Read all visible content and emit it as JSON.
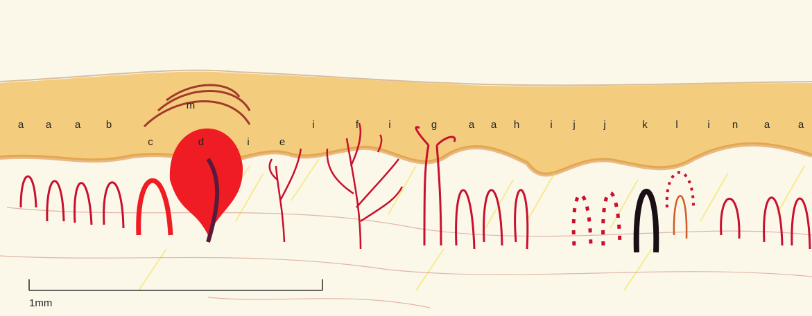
{
  "figure": {
    "labels": [
      "a",
      "a",
      "a",
      "b",
      "c",
      "d",
      "m",
      "i",
      "e",
      "i",
      "f",
      "i",
      "g",
      "a",
      "a",
      "h",
      "i",
      "j",
      "j",
      "k",
      "l",
      "i",
      "n",
      "a",
      "a"
    ],
    "scale_bar_label": "1mm"
  },
  "colors": {
    "background": "#fbf8ea",
    "surface_layer": "#f1c56a",
    "surface_edge": "#d9862e",
    "vessel_red": "#c8102e",
    "lesion_red": "#ef1c24",
    "dark_vessel": "#1a0f14",
    "yellow_hatch": "#f3e04a"
  }
}
